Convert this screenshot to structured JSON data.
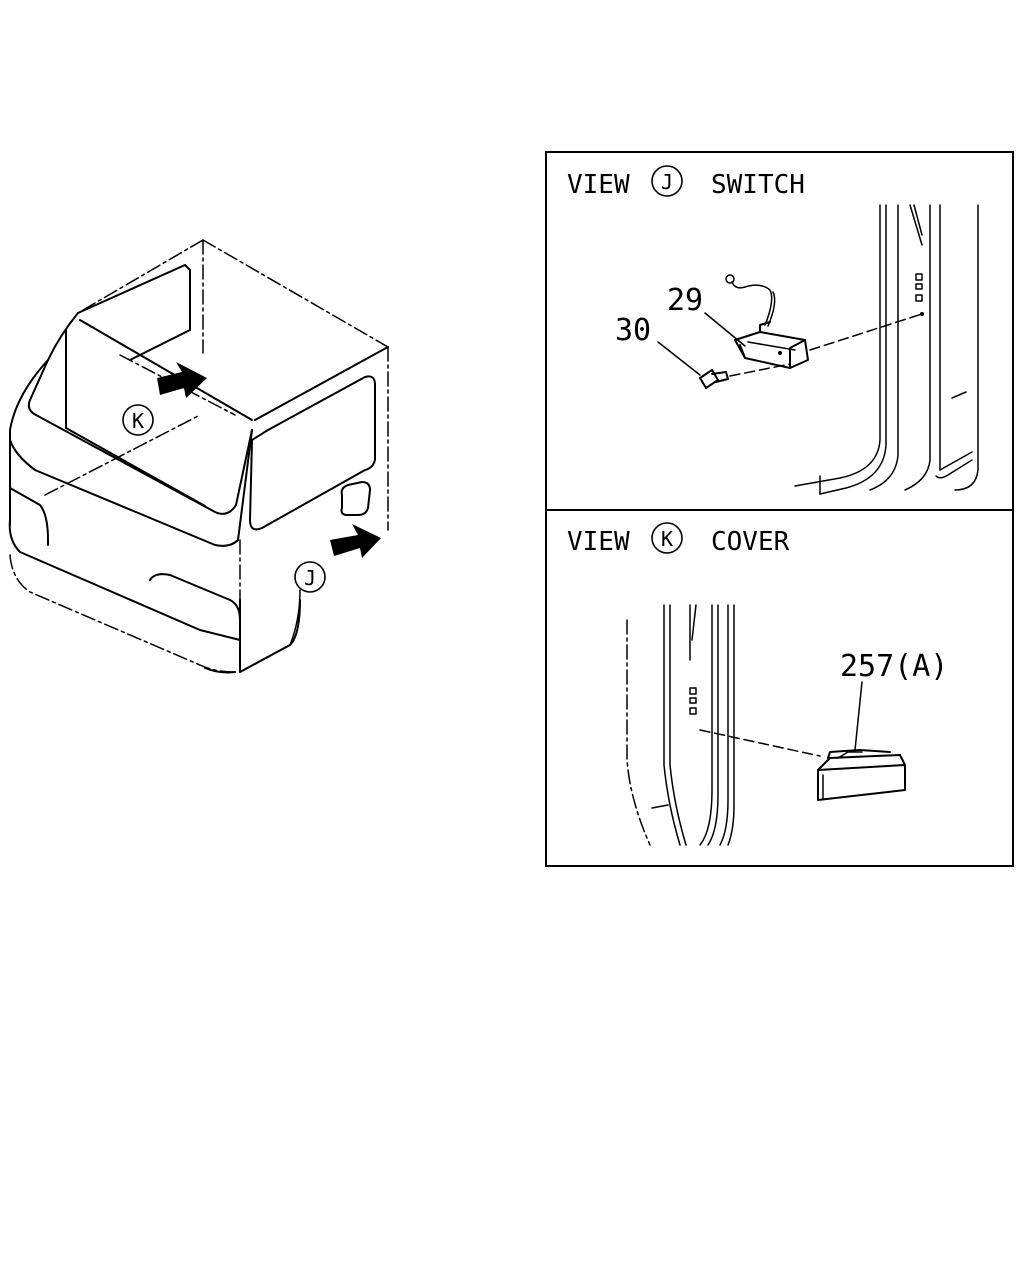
{
  "diagram": {
    "cab_callouts": {
      "k": "K",
      "j": "J"
    },
    "panel_switch": {
      "view_word": "VIEW",
      "view_letter": "J",
      "title": "SWITCH",
      "part_29": "29",
      "part_30": "30"
    },
    "panel_cover": {
      "view_word": "VIEW",
      "view_letter": "K",
      "title": "COVER",
      "part_257": "257(A)"
    }
  }
}
